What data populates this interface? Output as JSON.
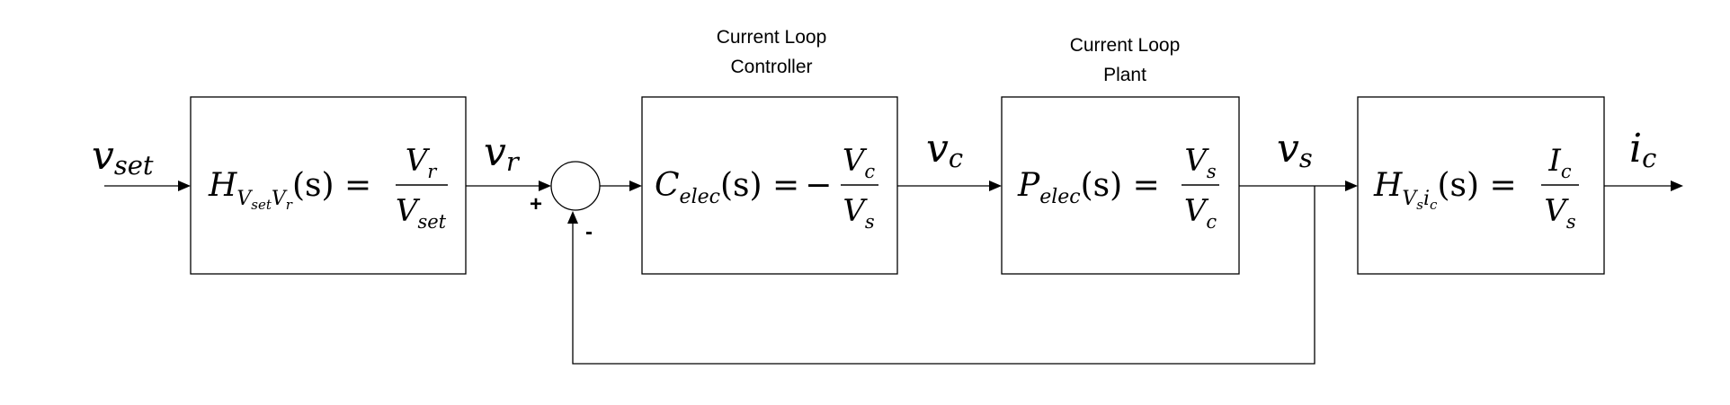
{
  "captions": {
    "controller_line1": "Current Loop",
    "controller_line2": "Controller",
    "plant_line1": "Current Loop",
    "plant_line2": "Plant"
  },
  "signals": {
    "input": {
      "base": "v",
      "sub": "set"
    },
    "reference": {
      "base": "v",
      "sub": "r"
    },
    "control": {
      "base": "v",
      "sub": "c"
    },
    "voltage": {
      "base": "v",
      "sub": "s"
    },
    "output": {
      "base": "i",
      "sub": "c"
    }
  },
  "summing_junction": {
    "plus_sign": "+",
    "minus_sign": "-"
  },
  "blocks": {
    "prefilter": {
      "name": "H",
      "name_sub_1": "V",
      "name_sub_1_sub": "set",
      "name_sub_2": "V",
      "name_sub_2_sub": "r",
      "arg": "(s) =",
      "sign": "",
      "num": "V",
      "num_sub": "r",
      "den": "V",
      "den_sub": "set"
    },
    "controller": {
      "name": "C",
      "name_sub": "elec",
      "arg": "(s) =",
      "sign": "−",
      "num": "V",
      "num_sub": "c",
      "den": "V",
      "den_sub": "s"
    },
    "plant": {
      "name": "P",
      "name_sub": "elec",
      "arg": "(s) =",
      "sign": "",
      "num": "V",
      "num_sub": "s",
      "den": "V",
      "den_sub": "c"
    },
    "sensor": {
      "name": "H",
      "name_sub_1": "V",
      "name_sub_1_sub": "s",
      "name_sub_2": "i",
      "name_sub_2_sub": "c",
      "arg": "(s) =",
      "sign": "",
      "num": "I",
      "num_sub": "c",
      "den": "V",
      "den_sub": "s"
    }
  }
}
